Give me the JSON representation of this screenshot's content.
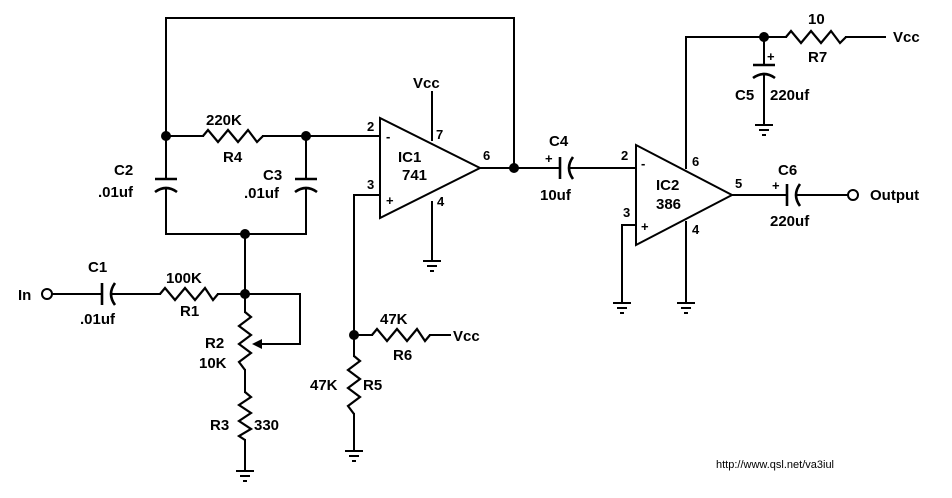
{
  "labels": {
    "input": "In",
    "output": "Output",
    "vcc": "Vcc",
    "url": "http://www.qsl.net/va3iul"
  },
  "components": {
    "c1": {
      "name": "C1",
      "value": ".01uf"
    },
    "c2": {
      "name": "C2",
      "value": ".01uf"
    },
    "c3": {
      "name": "C3",
      "value": ".01uf"
    },
    "c4": {
      "name": "C4",
      "value": "10uf"
    },
    "c5": {
      "name": "C5",
      "value": "220uf"
    },
    "c6": {
      "name": "C6",
      "value": "220uf"
    },
    "r1": {
      "name": "R1",
      "value": "100K"
    },
    "r2": {
      "name": "R2",
      "value": "10K"
    },
    "r3": {
      "name": "R3",
      "value": "330"
    },
    "r4": {
      "name": "R4",
      "value": "220K"
    },
    "r5": {
      "name": "R5",
      "value": "47K"
    },
    "r6": {
      "name": "R6",
      "value": "47K"
    },
    "r7": {
      "name": "R7",
      "value": "10"
    },
    "ic1": {
      "name": "IC1",
      "part": "741",
      "pins": {
        "inv": "2",
        "noninv": "3",
        "out": "6",
        "vcc": "7",
        "gnd": "4"
      }
    },
    "ic2": {
      "name": "IC2",
      "part": "386",
      "pins": {
        "inv": "2",
        "noninv": "3",
        "out": "5",
        "vcc": "6",
        "gnd": "4"
      }
    }
  },
  "signs": {
    "minus": "-",
    "plus": "+"
  }
}
